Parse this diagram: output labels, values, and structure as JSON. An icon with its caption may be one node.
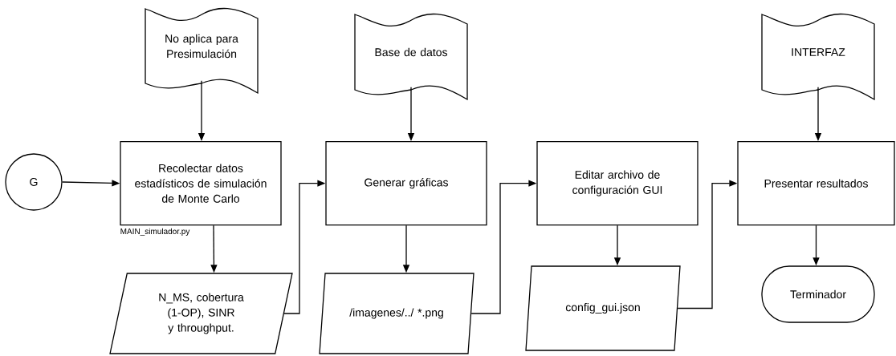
{
  "diagram": {
    "nodes": [
      {
        "text": [
          "G"
        ]
      },
      {
        "text": [
          "No aplica para Presimulación"
        ]
      },
      {
        "text": [
          "Recolectar datos estadísticos de simulación de Monte Carlo"
        ],
        "beside": [
          "MAIN_simulador.py"
        ]
      },
      {
        "text": [
          "N_MS, cobertura (1-OP), SINR y throughput."
        ]
      },
      {
        "text": [
          "Base de datos"
        ]
      },
      {
        "text": [
          "Generar gráficas"
        ]
      },
      {
        "text": [
          "/imagenes/../ *.png"
        ]
      },
      {
        "text": [
          "Editar archivo de configuración GUI"
        ]
      },
      {
        "text": [
          "config_gui.json"
        ]
      },
      {
        "text": [
          "INTERFAZ"
        ]
      },
      {
        "text": [
          "Presentar resultados"
        ]
      },
      {
        "text": [
          "Terminador"
        ]
      }
    ],
    "edges": [
      {
        "from": 0,
        "to": 2,
        "arrow": "to"
      },
      {
        "from": 1,
        "to": 2,
        "arrow": "to"
      },
      {
        "from": 2,
        "to": 3,
        "arrow": "to"
      },
      {
        "from": 3,
        "to": 5,
        "arrow": "to"
      },
      {
        "from": 4,
        "to": 5,
        "arrow": "to"
      },
      {
        "from": 5,
        "to": 6,
        "arrow": "to"
      },
      {
        "from": 6,
        "to": 7,
        "arrow": "to"
      },
      {
        "from": 7,
        "to": 8,
        "arrow": "to"
      },
      {
        "from": 8,
        "to": 10,
        "arrow": "to"
      },
      {
        "from": 9,
        "to": 10,
        "arrow": "to"
      },
      {
        "from": 10,
        "to": 11,
        "arrow": "to"
      }
    ]
  }
}
